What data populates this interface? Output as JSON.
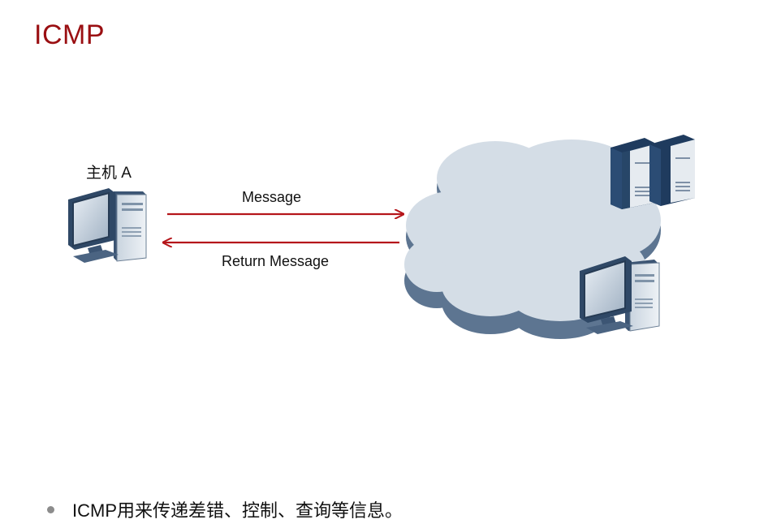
{
  "slide": {
    "title": "ICMP",
    "host_label": "主机 A",
    "message_label": "Message",
    "return_label": "Return Message",
    "bullet": "ICMP用来传递差错、控制、查询等信息。"
  },
  "colors": {
    "title": "#9a0f12",
    "arrow": "#b5151a",
    "cloud_fill": "#d4dde6",
    "cloud_shadow": "#5d7591"
  },
  "icons": {
    "host": "desktop-computer-icon",
    "cloud": "network-cloud-icon",
    "servers": "server-rack-icon",
    "remote_pc": "desktop-computer-icon"
  }
}
